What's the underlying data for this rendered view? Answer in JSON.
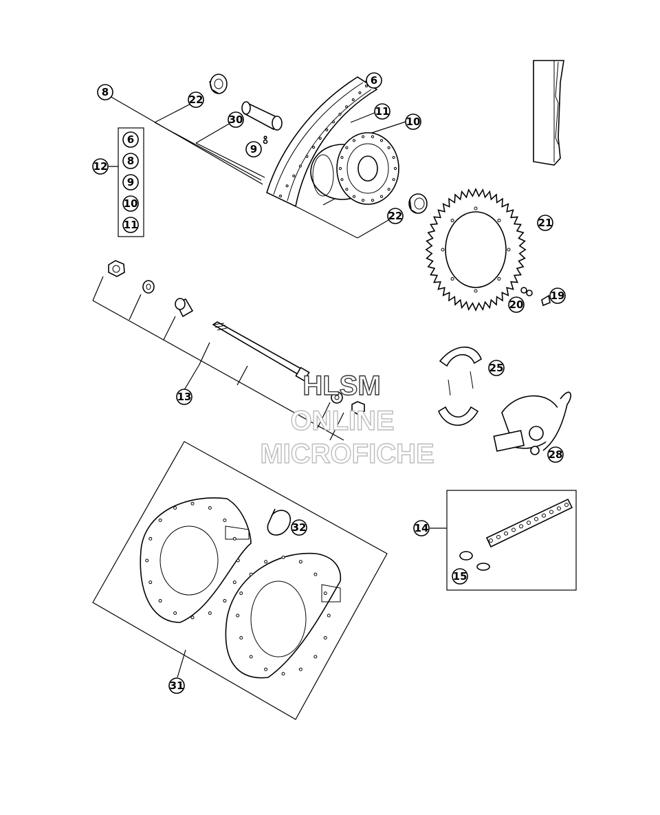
{
  "callouts": {
    "c6": "6",
    "c8": "8",
    "c9": "9",
    "c10": "10",
    "c11": "11",
    "c12": "12",
    "c13": "13",
    "c14": "14",
    "c15": "15",
    "c19": "19",
    "c20": "20",
    "c21": "21",
    "c22a": "22",
    "c22b": "22",
    "c25": "25",
    "c28": "28",
    "c30": "30",
    "c31": "31",
    "c32": "32"
  },
  "kit12": [
    "6",
    "8",
    "9",
    "10",
    "11"
  ],
  "watermark": {
    "line1": "HLSM",
    "line2": "ONLINE",
    "line3": "MICROFICHE"
  },
  "colors": {
    "line": "#000000",
    "watermark_stroke_dark": "#333333",
    "watermark_stroke_light": "#bbbbbb"
  }
}
